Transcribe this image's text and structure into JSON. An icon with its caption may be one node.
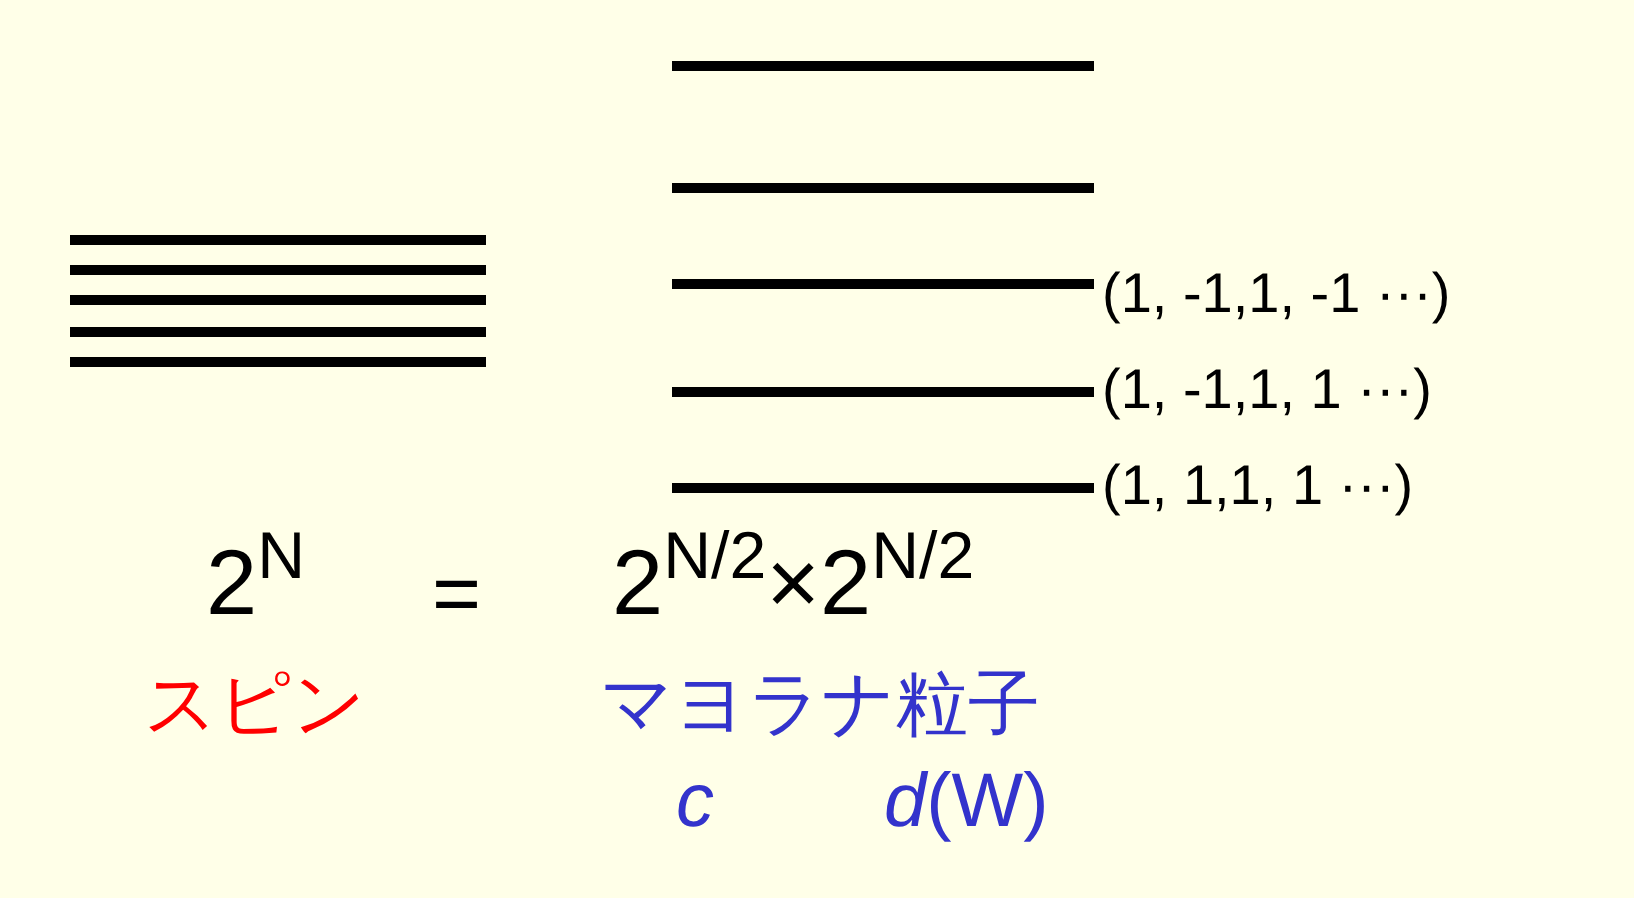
{
  "diagram": {
    "labels": [
      "(1, -1,1, -1 ···)",
      "(1, -1,1, 1 ···)",
      "(1, 1,1, 1 ···)",
      "2$^{N}$",
      "=",
      "2$^{N/2}$×2$^{N/2}$",
      "スピン",
      "マヨラナ粒子",
      "*c*",
      "*d*(W)"
    ]
  }
}
